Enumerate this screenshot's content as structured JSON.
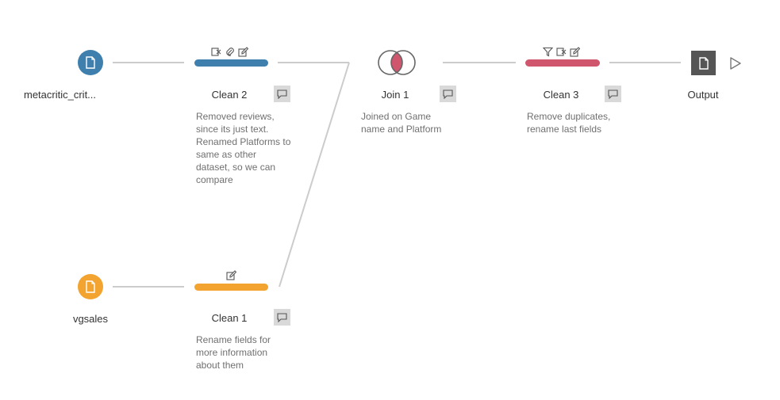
{
  "colors": {
    "blue": "#3e7fad",
    "orange": "#f3a32f",
    "pink": "#d0566e",
    "link": "#cccccc",
    "comment_bg": "#d9d9d9",
    "output_bg": "#555555"
  },
  "nodes": {
    "input_metacritic": {
      "label": "metacritic_crit...",
      "icon": "document-icon"
    },
    "input_vgsales": {
      "label": "vgsales",
      "icon": "document-icon"
    },
    "clean2": {
      "label": "Clean 2",
      "description": "Removed reviews, since its just text. Renamed Platforms to same as other dataset, so we can compare",
      "tool_icons": [
        "remove-field-icon",
        "paperclip-icon",
        "edit-icon"
      ]
    },
    "clean1": {
      "label": "Clean 1",
      "description": "Rename fields for more information about them",
      "tool_icons": [
        "edit-icon"
      ]
    },
    "join1": {
      "label": "Join 1",
      "description": "Joined on Game name and Platform",
      "icon": "inner-join-icon"
    },
    "clean3": {
      "label": "Clean 3",
      "description": "Remove duplicates, rename last fields",
      "tool_icons": [
        "filter-icon",
        "remove-field-icon",
        "edit-icon"
      ]
    },
    "output": {
      "label": "Output",
      "icon": "document-icon",
      "run_icon": "play-icon"
    }
  }
}
